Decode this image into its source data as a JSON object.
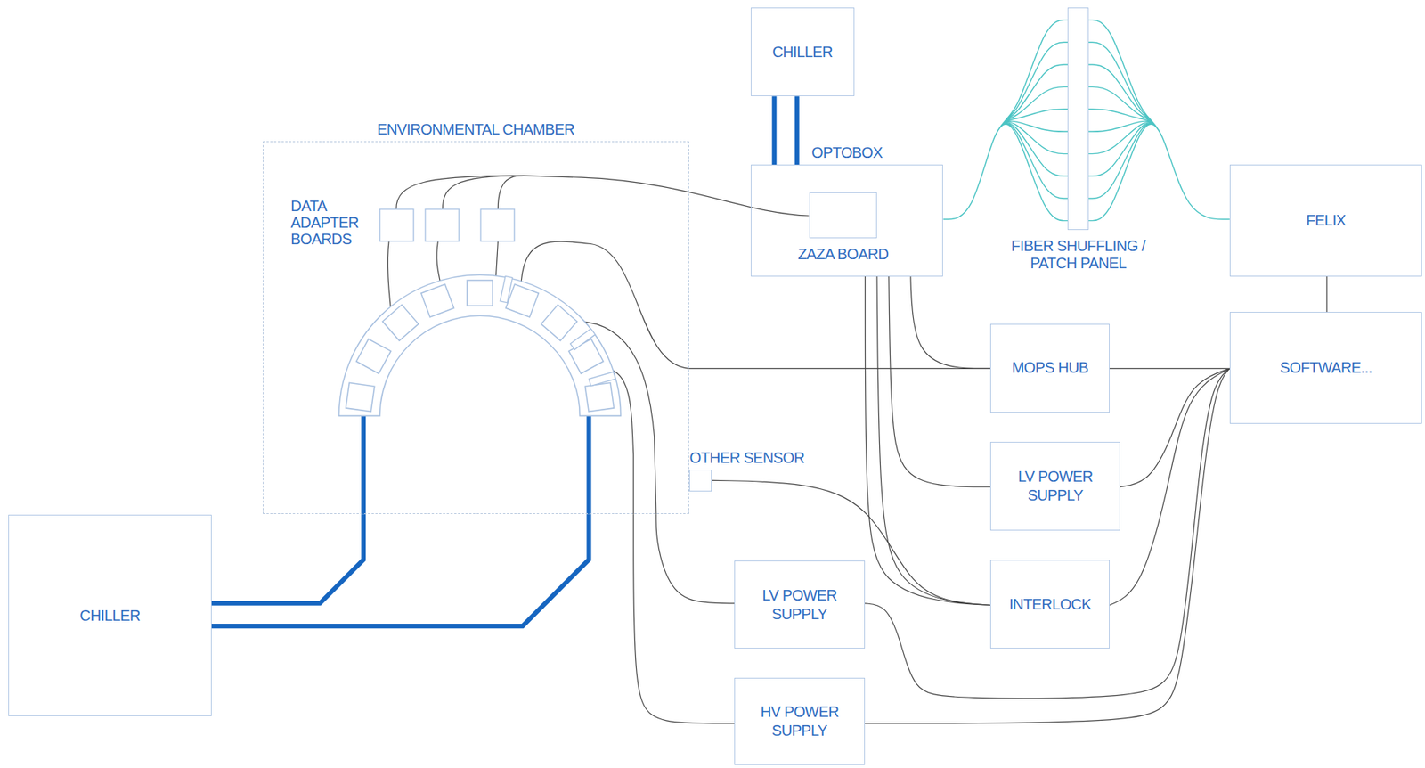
{
  "diagram": {
    "nodes": [
      {
        "text": [
          "CHILLER"
        ]
      },
      {
        "text": [
          "ENVIRONMENTAL CHAMBER"
        ]
      },
      {
        "text": [
          "OPTOBOX"
        ]
      },
      {
        "text": [
          "ZAZA BOARD"
        ],
        "in": 2
      },
      {
        "text": [
          "FIBER SHUFFLING / PATCH PANEL"
        ]
      },
      {
        "text": [
          "FELIX"
        ]
      },
      {
        "text": [
          "MOPS HUB"
        ]
      },
      {
        "text": [
          "SOFTWARE..."
        ]
      },
      {
        "text": [
          "OTHER SENSOR"
        ]
      },
      {
        "text": [
          "LV POWER SUPPLY"
        ]
      },
      {
        "text": [
          "CHILLER"
        ]
      },
      {
        "text": [
          "LV POWER SUPPLY"
        ]
      },
      {
        "text": [
          "INTERLOCK"
        ]
      },
      {
        "text": [
          "HV POWER SUPPLY"
        ]
      }
    ],
    "edges": [
      {
        "from": 10,
        "to": 1,
        "arrow": "none"
      },
      {
        "from": 0,
        "to": 2,
        "arrow": "none"
      },
      {
        "from": 2,
        "to": 4,
        "arrow": "none"
      },
      {
        "from": 4,
        "to": 5,
        "arrow": "none"
      },
      {
        "from": 5,
        "to": 7,
        "arrow": "none"
      },
      {
        "from": 1,
        "to": 6,
        "arrow": "none"
      },
      {
        "from": 2,
        "to": 6,
        "arrow": "none"
      },
      {
        "from": 2,
        "to": 9,
        "arrow": "none"
      },
      {
        "from": 2,
        "to": 12,
        "arrow": "none"
      },
      {
        "from": 6,
        "to": 7,
        "arrow": "none"
      },
      {
        "from": 9,
        "to": 7,
        "arrow": "none"
      },
      {
        "from": 12,
        "to": 7,
        "arrow": "none"
      },
      {
        "from": 8,
        "to": 12,
        "arrow": "none"
      },
      {
        "from": 1,
        "to": 11,
        "arrow": "none"
      },
      {
        "from": 1,
        "to": 13,
        "arrow": "none"
      },
      {
        "from": 11,
        "to": 7,
        "arrow": "none"
      },
      {
        "from": 13,
        "to": 7,
        "arrow": "none"
      }
    ],
    "labels": [
      "DATA ADAPTER BOARDS"
    ]
  }
}
